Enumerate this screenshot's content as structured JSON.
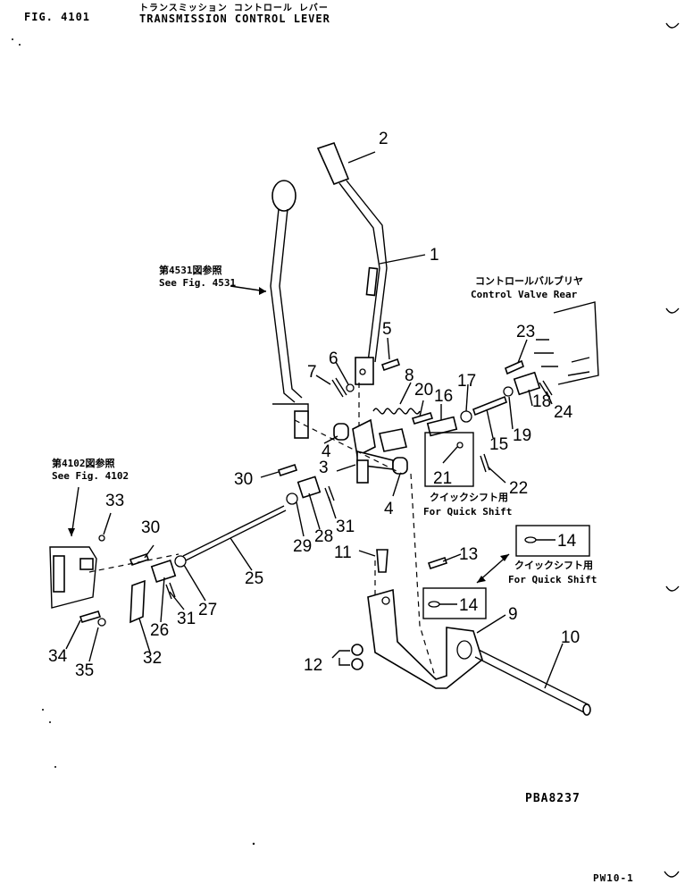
{
  "header": {
    "fig_label": "FIG. 4101",
    "title_jp": "トランスミッション コントロール レバー",
    "title_en": "TRANSMISSION CONTROL LEVER"
  },
  "notes": {
    "see_4531_jp": "第4531図参照",
    "see_4531_en": "See Fig. 4531",
    "see_4102_jp": "第4102図参照",
    "see_4102_en": "See Fig. 4102",
    "control_valve_jp": "コントロールバルブリヤ",
    "control_valve_en": "Control Valve Rear",
    "quick_shift_jp": "クイックシフト用",
    "quick_shift_en": "For Quick Shift",
    "quick_shift2_jp": "クイックシフト用",
    "quick_shift2_en": "For Quick Shift"
  },
  "callouts": {
    "c1": "1",
    "c2": "2",
    "c3": "3",
    "c4a": "4",
    "c4b": "4",
    "c5": "5",
    "c6": "6",
    "c7": "7",
    "c8": "8",
    "c9": "9",
    "c10": "10",
    "c11": "11",
    "c12": "12",
    "c13": "13",
    "c14a": "14",
    "c14b": "14",
    "c15": "15",
    "c16": "16",
    "c17": "17",
    "c18": "18",
    "c19": "19",
    "c20": "20",
    "c21": "21",
    "c22": "22",
    "c23": "23",
    "c24": "24",
    "c25": "25",
    "c26": "26",
    "c27": "27",
    "c28": "28",
    "c29": "29",
    "c30a": "30",
    "c30b": "30",
    "c31a": "31",
    "c31b": "31",
    "c32": "32",
    "c33": "33",
    "c34": "34",
    "c35": "35"
  },
  "footer": {
    "drawing_code": "PBA8237",
    "page_code": "PW10-1"
  }
}
